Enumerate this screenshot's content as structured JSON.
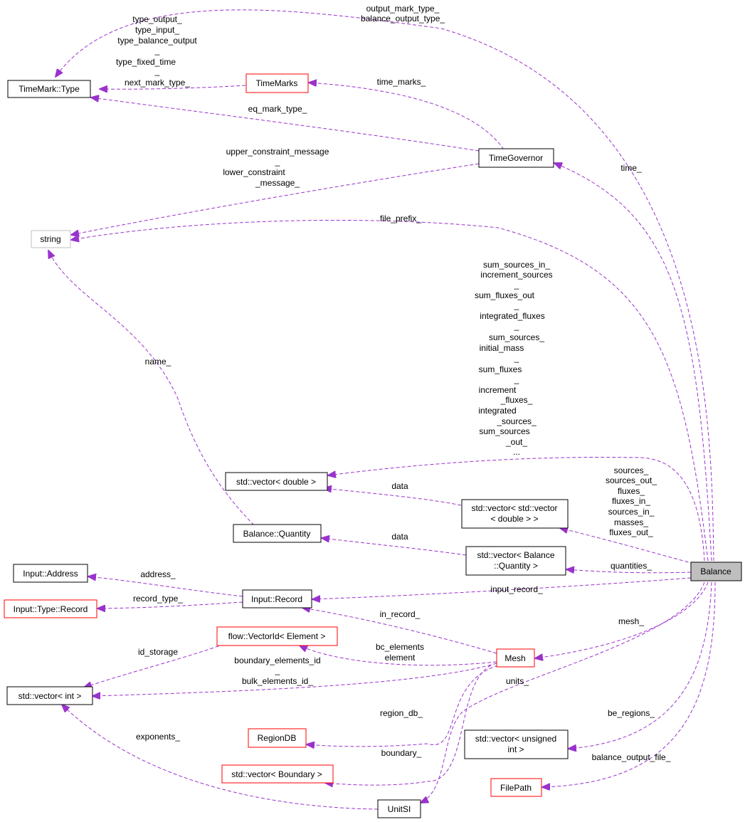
{
  "nodes": {
    "balance": "Balance",
    "timemark_type": "TimeMark::Type",
    "timemarks": "TimeMarks",
    "timegovernor": "TimeGovernor",
    "string": "string",
    "vector_double": "std::vector< double >",
    "vector_vector_double_1": "std::vector< std::vector",
    "vector_vector_double_2": "< double > >",
    "balance_quantity": "Balance::Quantity",
    "vector_balance_quantity_1": "std::vector< Balance",
    "vector_balance_quantity_2": "::Quantity >",
    "input_address": "Input::Address",
    "input_record": "Input::Record",
    "input_type_record": "Input::Type::Record",
    "flow_vectorid": "flow::VectorId< Element >",
    "mesh": "Mesh",
    "vector_int": "std::vector< int >",
    "regiondb": "RegionDB",
    "vector_boundary": "std::vector< Boundary >",
    "unitsi": "UnitSI",
    "vector_unsigned_1": "std::vector< unsigned",
    "vector_unsigned_2": "int >",
    "filepath": "FilePath"
  },
  "edge_labels": {
    "output_mark_type": "output_mark_type_",
    "balance_output_type": "balance_output_type_",
    "type_output": "type_output_",
    "type_input": "type_input_",
    "type_balance_output": "type_balance_output",
    "type_balance_output_cont": "_",
    "type_fixed_time": "type_fixed_time",
    "type_fixed_time_cont": "_",
    "next_mark_type": "next_mark_type_",
    "time_marks": "time_marks_",
    "eq_mark_type": "eq_mark_type_",
    "time": "time_",
    "upper_constraint_message": "upper_constraint_message",
    "upper_constraint_message_cont": "_",
    "lower_constraint": "lower_constraint",
    "lower_constraint_message": "_message_",
    "file_prefix": "file_prefix_",
    "name": "name_",
    "sum_sources_in": "sum_sources_in_",
    "increment_sources": "increment_sources",
    "increment_sources_cont": "_",
    "sum_fluxes_out": "sum_fluxes_out",
    "sum_fluxes_out_cont": "_",
    "integrated_fluxes": "integrated_fluxes",
    "integrated_fluxes_cont": "_",
    "sum_sources": "sum_sources_",
    "initial_mass": "initial_mass",
    "initial_mass_cont": "_",
    "sum_fluxes": "sum_fluxes",
    "sum_fluxes_cont": "_",
    "increment": "increment",
    "increment_fluxes": "_fluxes_",
    "integrated": "integrated",
    "integrated_sources": "_sources_",
    "sum_sources_out": "sum_sources",
    "sum_sources_out_cont": "_out_",
    "ellipsis": "...",
    "data_1": "data",
    "sources": "sources_",
    "sources_out": "sources_out_",
    "fluxes": "fluxes_",
    "fluxes_in": "fluxes_in_",
    "sources_in": "sources_in_",
    "masses": "masses_",
    "fluxes_out": "fluxes_out_",
    "data_2": "data",
    "quantities": "quantities_",
    "address": "address_",
    "record_type": "record_type_",
    "input_record": "input_record_",
    "in_record": "in_record_",
    "mesh": "mesh_",
    "bc_elements": "bc_elements",
    "element": "element",
    "id_storage": "id_storage",
    "boundary_elements_id": "boundary_elements_id",
    "boundary_elements_id_cont": "_",
    "bulk_elements_id": "bulk_elements_id_",
    "units": "units_",
    "region_db": "region_db_",
    "be_regions": "be_regions_",
    "exponents": "exponents_",
    "boundary": "boundary_",
    "balance_output_file": "balance_output_file_"
  },
  "colors": {
    "edge": "#9a32cd",
    "incomplete_node_border": "#ff0000",
    "external_node_border": "#bfbfbf",
    "focus_node_fill": "#bfbfbf"
  }
}
